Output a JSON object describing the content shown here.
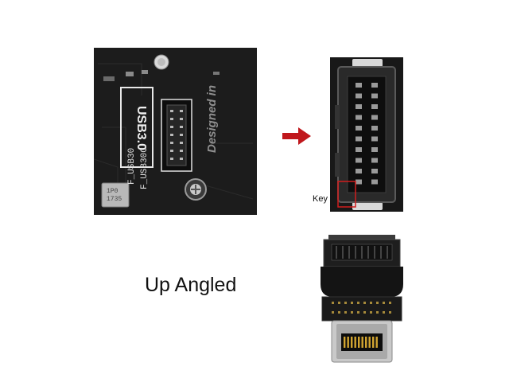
{
  "motherboard_photo": {
    "silkscreen_usb": "USB3.0",
    "silkscreen_f_usb30": "F_USB30",
    "silkscreen_f_usb30c": "F_USB30C",
    "silkscreen_designed": "Designed in",
    "chip_line1": "1P0",
    "chip_line2": "1735"
  },
  "header_closeup": {
    "key_label": "Key"
  },
  "adapter": {
    "caption": "Up Angled"
  },
  "colors": {
    "arrow": "#c0171c",
    "key_highlight": "#d11d1d",
    "pcb": "#1a1a1a"
  },
  "icons": {
    "arrow": "arrow-right-icon"
  }
}
